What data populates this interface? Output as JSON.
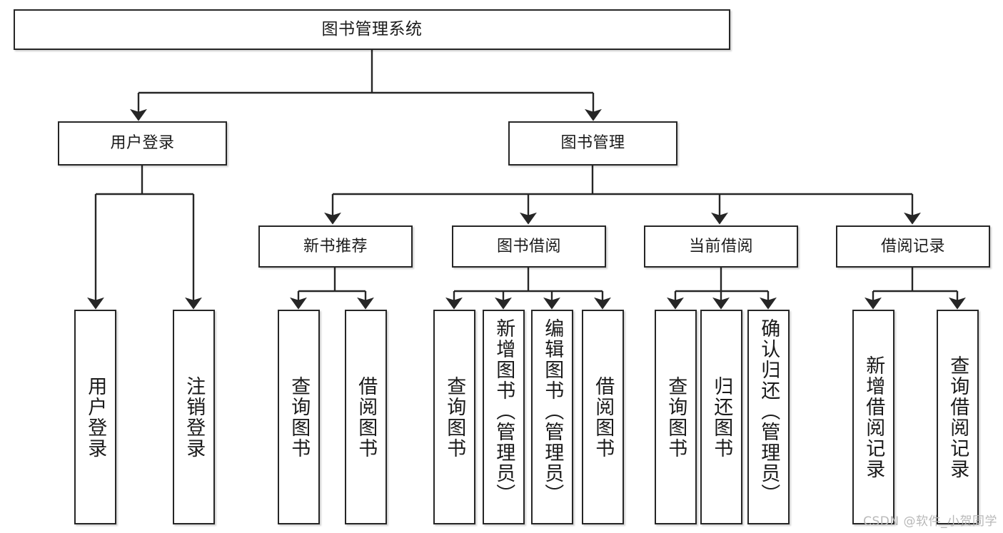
{
  "diagram": {
    "title": "图书管理系统",
    "type": "tree",
    "watermark": "CSDN @软件_小贺同学",
    "style": {
      "box_fill": "#ffffff",
      "box_stroke": "#262626",
      "edge_color": "#262626",
      "text_color": "#1a1a1a",
      "watermark_color": "#b8b8b8",
      "background": "#ffffff"
    },
    "levels": {
      "root": {
        "label": "图书管理系统"
      },
      "level2": [
        {
          "id": "user-login",
          "label": "用户登录"
        },
        {
          "id": "book-management",
          "label": "图书管理"
        }
      ],
      "level3": [
        {
          "id": "new-book-recommend",
          "label": "新书推荐",
          "parent": "book-management"
        },
        {
          "id": "book-borrow",
          "label": "图书借阅",
          "parent": "book-management"
        },
        {
          "id": "current-borrow",
          "label": "当前借阅",
          "parent": "book-management"
        },
        {
          "id": "borrow-record",
          "label": "借阅记录",
          "parent": "book-management"
        }
      ],
      "leaves": [
        {
          "id": "leaf-user-login",
          "label": "用户登录",
          "parent": "user-login"
        },
        {
          "id": "leaf-user-logout",
          "label": "注销登录",
          "parent": "user-login"
        },
        {
          "id": "leaf-query-book-1",
          "label": "查询图书",
          "parent": "new-book-recommend"
        },
        {
          "id": "leaf-borrow-book-1",
          "label": "借阅图书",
          "parent": "new-book-recommend"
        },
        {
          "id": "leaf-query-book-2",
          "label": "查询图书",
          "parent": "book-borrow"
        },
        {
          "id": "leaf-add-book",
          "label": "新增图书（管理员）",
          "parent": "book-borrow"
        },
        {
          "id": "leaf-edit-book",
          "label": "编辑图书（管理员）",
          "parent": "book-borrow"
        },
        {
          "id": "leaf-borrow-book-2",
          "label": "借阅图书",
          "parent": "book-borrow"
        },
        {
          "id": "leaf-query-book-3",
          "label": "查询图书",
          "parent": "current-borrow"
        },
        {
          "id": "leaf-return-book",
          "label": "归还图书",
          "parent": "current-borrow"
        },
        {
          "id": "leaf-confirm-return",
          "label": "确认归还（管理员）",
          "parent": "current-borrow"
        },
        {
          "id": "leaf-add-record",
          "label": "新增借阅记录",
          "parent": "borrow-record"
        },
        {
          "id": "leaf-query-record",
          "label": "查询借阅记录",
          "parent": "borrow-record"
        }
      ]
    }
  }
}
